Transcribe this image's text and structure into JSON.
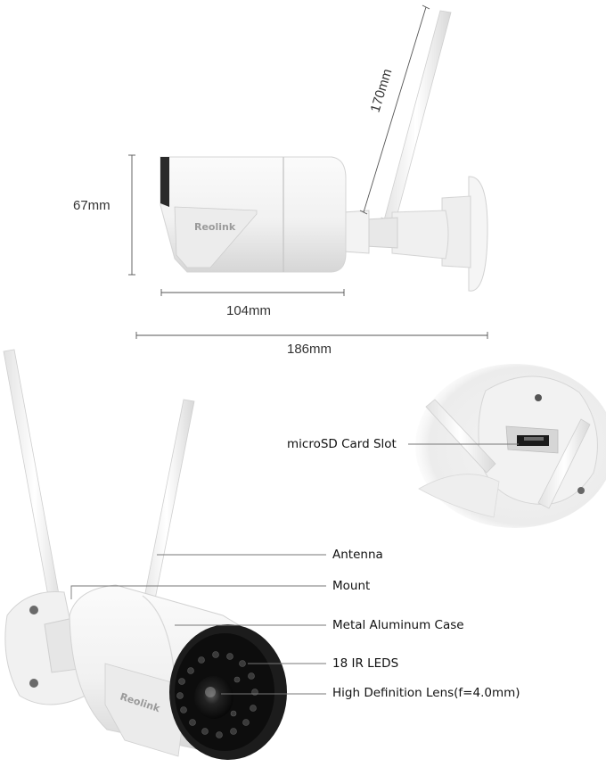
{
  "dimensions": {
    "height": "67mm",
    "length": "104mm",
    "total_length": "186mm",
    "antenna": "170mm"
  },
  "brand": {
    "logo": "Reolink"
  },
  "callouts": {
    "microsd": "microSD Card Slot",
    "antenna": "Antenna",
    "mount": "Mount",
    "case": "Metal Aluminum Case",
    "ir_leds": "18 IR LEDS",
    "lens": "High Definition Lens(f=4.0mm)"
  },
  "colors": {
    "body": "#f3f3f3",
    "shadow": "#dcdcdc",
    "line": "#555555",
    "lens": "#141414"
  }
}
